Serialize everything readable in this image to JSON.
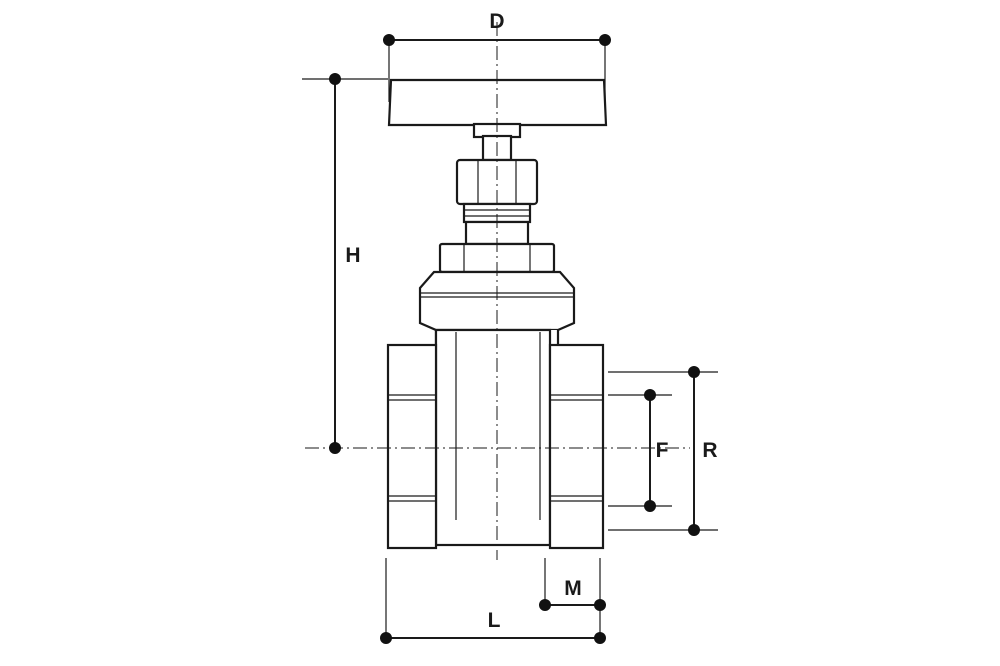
{
  "dimensions": {
    "D": "D",
    "H": "H",
    "F": "F",
    "R": "R",
    "M": "M",
    "L": "L"
  }
}
